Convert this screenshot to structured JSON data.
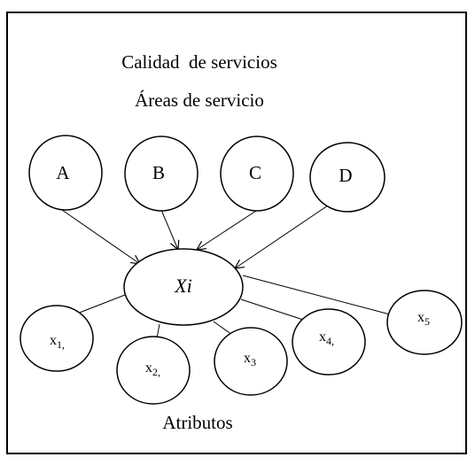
{
  "diagram": {
    "title": "Calidad  de servicios",
    "subtitle": "Áreas de servicio",
    "footer": "Atributos",
    "center": {
      "label": "Xi"
    },
    "areas": [
      {
        "label": "A"
      },
      {
        "label": "B"
      },
      {
        "label": "C"
      },
      {
        "label": "D"
      }
    ],
    "attributes": [
      {
        "base": "x",
        "sub": "1,"
      },
      {
        "base": "x",
        "sub": "2,"
      },
      {
        "base": "x",
        "sub": "3"
      },
      {
        "base": "x",
        "sub": "4,"
      },
      {
        "base": "x",
        "sub": "5"
      }
    ]
  }
}
